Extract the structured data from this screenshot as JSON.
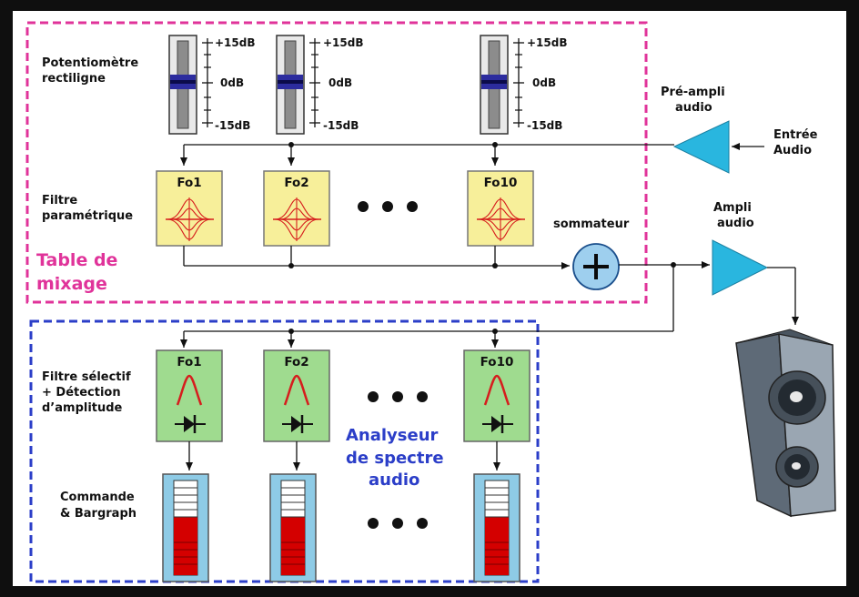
{
  "mixer": {
    "title_line1": "Table de",
    "title_line2": "mixage",
    "pot_label_line1": "Potentiomètre",
    "pot_label_line2": "rectiligne",
    "param_filter_line1": "Filtre",
    "param_filter_line2": "paramétrique",
    "db_plus": "+15dB",
    "db_zero": "0dB",
    "db_minus": "-15dB",
    "bands": [
      "Fo1",
      "Fo2",
      "Fo10"
    ],
    "summer_label": "sommateur"
  },
  "inputs": {
    "preamp_line1": "Pré-ampli",
    "preamp_line2": "audio",
    "entry_line1": "Entrée",
    "entry_line2": "Audio",
    "amp_line1": "Ampli",
    "amp_line2": "audio"
  },
  "analyzer": {
    "title_line1": "Analyseur",
    "title_line2": "de spectre",
    "title_line3": "audio",
    "selective_line1": "Filtre sélectif",
    "selective_line2": "+ Détection",
    "selective_line3": "d’amplitude",
    "command_line1": "Commande",
    "command_line2": "& Bargraph",
    "bands": [
      "Fo1",
      "Fo2",
      "Fo10"
    ]
  },
  "colors": {
    "mixer_border": "#e0339a",
    "analyzer_border": "#2b3ec8",
    "param_filter_fill": "#f7ef9a",
    "selective_filter_fill": "#9fdb8f",
    "bargraph_fill": "#8ecbe6",
    "bargraph_red": "#d40000",
    "amp_fill": "#29b6df",
    "summer_fill": "#9ecfee"
  }
}
